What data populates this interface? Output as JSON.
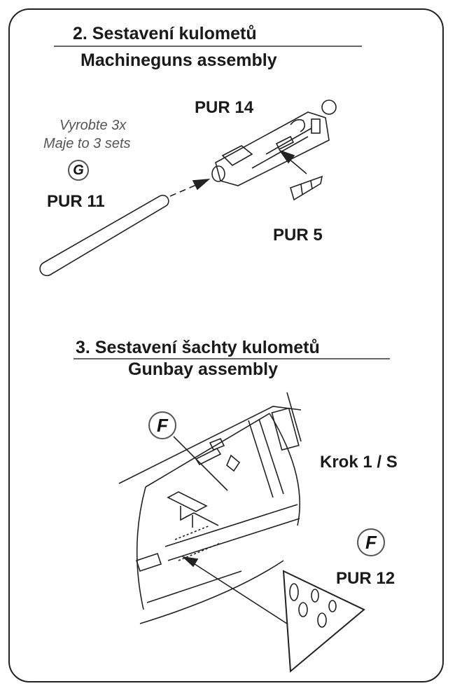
{
  "step2": {
    "title_cz": "2. Sestavení kulometů",
    "title_en": "Machineguns assembly",
    "note_cz": "Vyrobte 3x",
    "note_en": "Maje to 3 sets",
    "badge": "G",
    "parts": [
      "PUR 11",
      "PUR 14",
      "PUR 5"
    ]
  },
  "step3": {
    "title_cz": "3. Sestavení šachty kulometů",
    "title_en": "Gunbay assembly",
    "badge_top": "F",
    "reference": "Krok 1 / S",
    "badge_bottom": "F",
    "part": "PUR 12"
  }
}
